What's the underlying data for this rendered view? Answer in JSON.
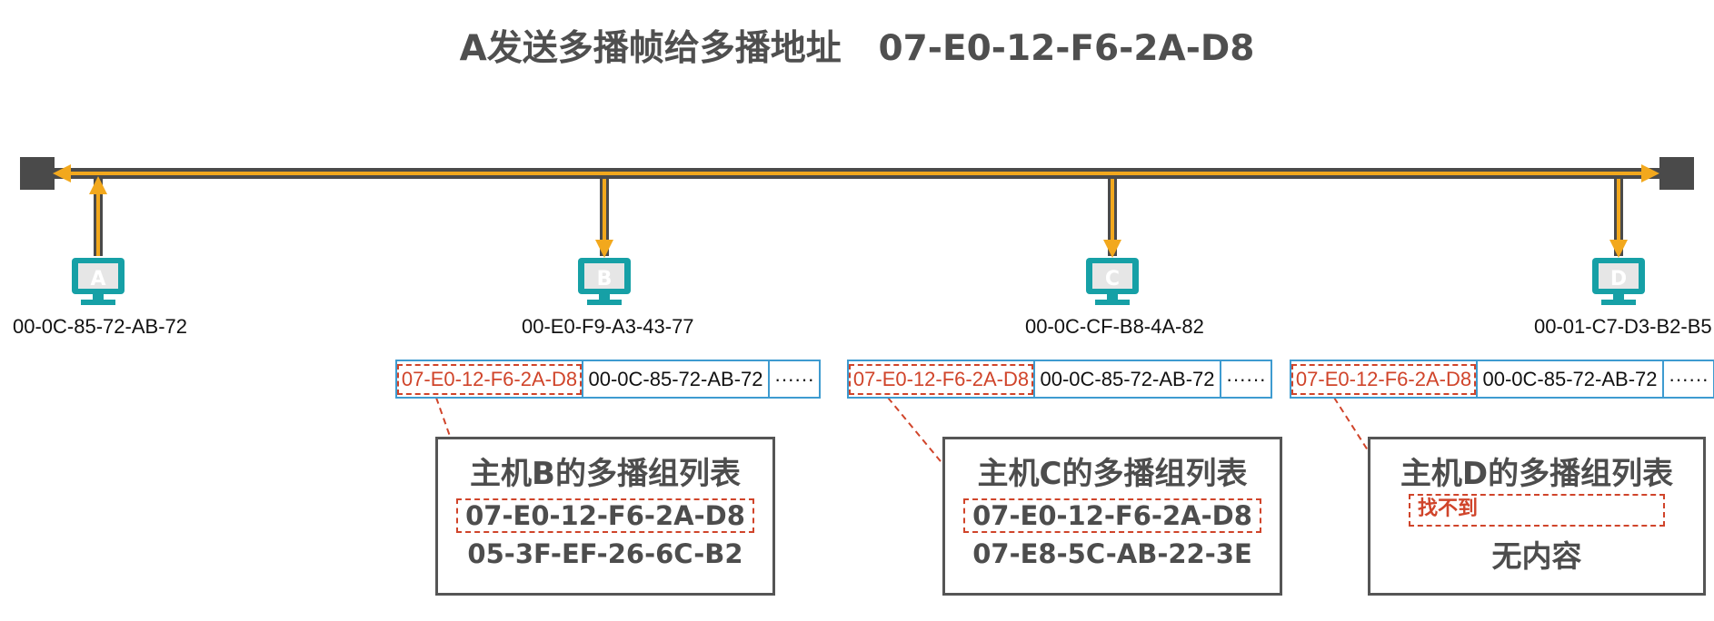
{
  "title": "A发送多播帧给多播地址   07-E0-12-F6-2A-D8",
  "hosts": [
    {
      "label": "A",
      "mac": "00-0C-85-72-AB-72"
    },
    {
      "label": "B",
      "mac": "00-E0-F9-A3-43-77"
    },
    {
      "label": "C",
      "mac": "00-0C-CF-B8-4A-82"
    },
    {
      "label": "D",
      "mac": "00-01-C7-D3-B2-B5"
    }
  ],
  "frame": {
    "dest": "07-E0-12-F6-2A-D8",
    "src": "00-0C-85-72-AB-72",
    "more": "······"
  },
  "lists": {
    "b": {
      "title": "主机B的多播组列表",
      "row1": "07-E0-12-F6-2A-D8",
      "row2": "05-3F-EF-26-6C-B2"
    },
    "c": {
      "title": "主机C的多播组列表",
      "row1": "07-E0-12-F6-2A-D8",
      "row2": "07-E8-5C-AB-22-3E"
    },
    "d": {
      "title": "主机D的多播组列表",
      "not_found": "找不到",
      "empty": "无内容"
    }
  },
  "colors": {
    "bus": "#4a4a4a",
    "signal": "#f2a81d",
    "host": "#16a0a6",
    "frame_border": "#3e9bd0",
    "highlight": "#d0442a"
  }
}
